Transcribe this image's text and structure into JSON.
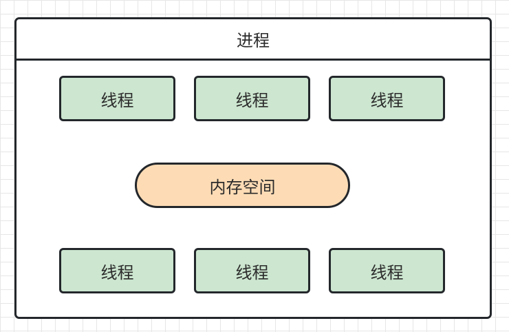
{
  "process": {
    "label": "进程"
  },
  "threads": [
    {
      "label": "线程"
    },
    {
      "label": "线程"
    },
    {
      "label": "线程"
    },
    {
      "label": "线程"
    },
    {
      "label": "线程"
    },
    {
      "label": "线程"
    }
  ],
  "memory": {
    "label": "内存空间"
  },
  "colors": {
    "thread_fill": "#cce6cf",
    "memory_fill": "#fddcb5",
    "border": "#23272b",
    "grid": "#e6e6e6"
  }
}
